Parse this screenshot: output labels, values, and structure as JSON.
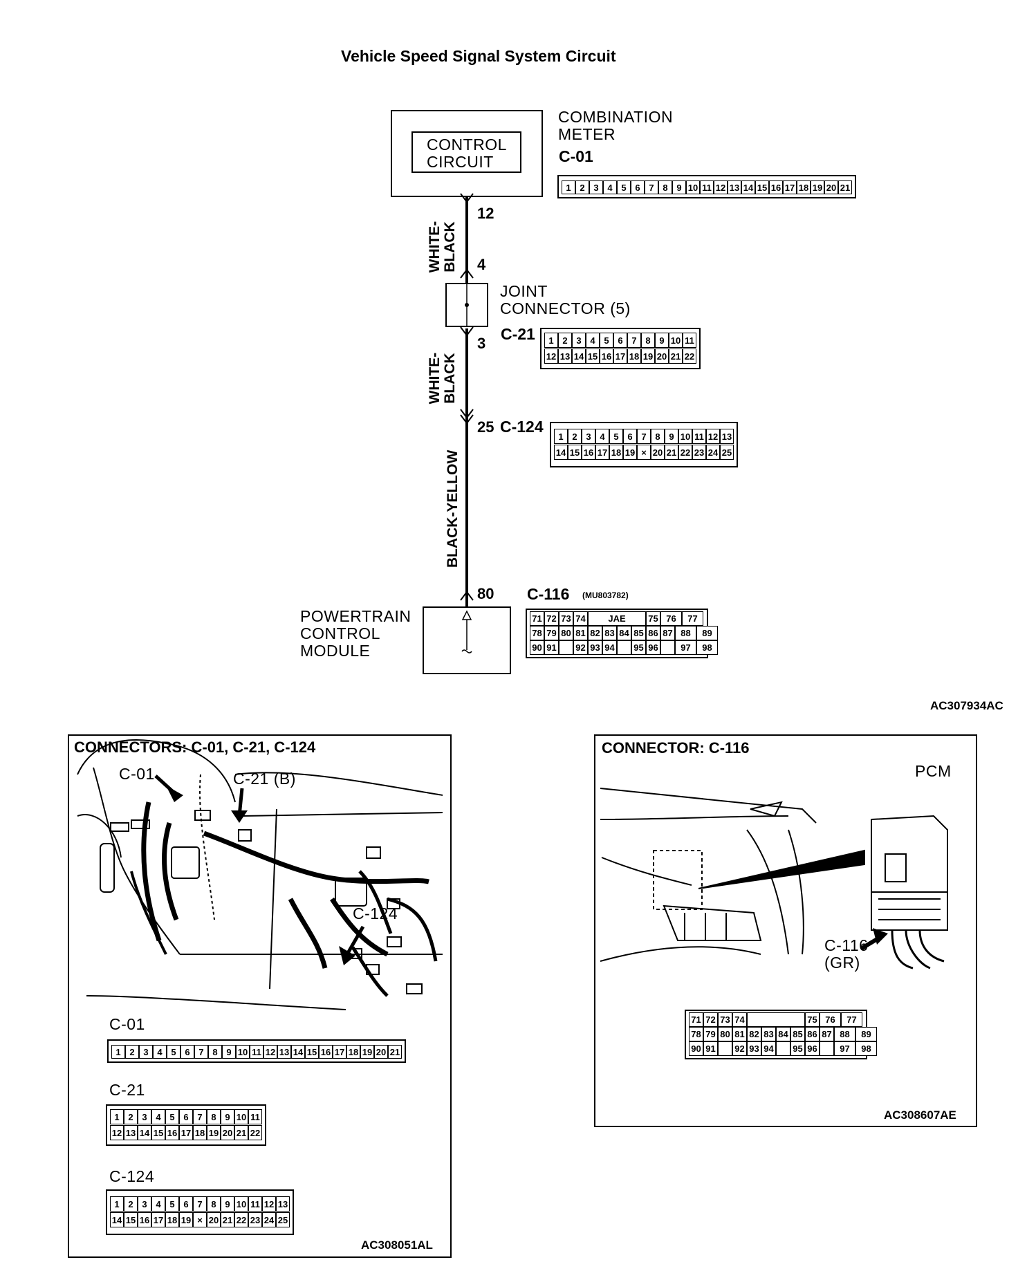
{
  "title": "Vehicle Speed Signal System Circuit",
  "circuit": {
    "combination_meter": {
      "name_line1": "COMBINATION",
      "name_line2": "METER",
      "code": "C-01",
      "inner_line1": "CONTROL",
      "inner_line2": "CIRCUIT"
    },
    "joint_connector": {
      "name_line1": "JOINT",
      "name_line2": "CONNECTOR (5)",
      "code": "C-21"
    },
    "c124": {
      "code": "C-124"
    },
    "pcm": {
      "name_line1": "POWERTRAIN",
      "name_line2": "CONTROL",
      "name_line3": "MODULE",
      "code": "C-116",
      "part": "(MU803782)"
    },
    "pins": {
      "p12": "12",
      "p4": "4",
      "p3": "3",
      "p25": "25",
      "p80": "80"
    },
    "wires": {
      "w1_line1": "WHITE-",
      "w1_line2": "BLACK",
      "w2_line1": "WHITE-",
      "w2_line2": "BLACK",
      "w3": "BLACK-YELLOW"
    },
    "ref": "AC307934AC"
  },
  "connectors": {
    "c01": [
      "1",
      "2",
      "3",
      "4",
      "5",
      "6",
      "7",
      "8",
      "9",
      "10",
      "11",
      "12",
      "13",
      "14",
      "15",
      "16",
      "17",
      "18",
      "19",
      "20",
      "21"
    ],
    "c21_row1": [
      "1",
      "2",
      "3",
      "4",
      "5",
      "6",
      "7",
      "8",
      "9",
      "10",
      "11"
    ],
    "c21_row2": [
      "12",
      "13",
      "14",
      "15",
      "16",
      "17",
      "18",
      "19",
      "20",
      "21",
      "22"
    ],
    "c124_row1": [
      "1",
      "2",
      "3",
      "4",
      "5",
      "6",
      "7",
      "8",
      "9",
      "10",
      "11",
      "12",
      "13"
    ],
    "c124_row2": [
      "14",
      "15",
      "16",
      "17",
      "18",
      "19",
      "×",
      "20",
      "21",
      "22",
      "23",
      "24",
      "25"
    ],
    "c116_row1": [
      "71",
      "72",
      "73",
      "74",
      "JAE",
      "75",
      "76",
      "77"
    ],
    "c116_row1_panel": [
      "71",
      "72",
      "73",
      "74",
      "",
      "75",
      "76",
      "77"
    ],
    "c116_row2": [
      "78",
      "79",
      "80",
      "81",
      "82",
      "83",
      "84",
      "85",
      "86",
      "87",
      "88",
      "89"
    ],
    "c116_row3": [
      "90",
      "91",
      "",
      "92",
      "93",
      "94",
      "",
      "95",
      "96",
      "",
      "97",
      "98"
    ]
  },
  "panel_left": {
    "title": "CONNECTORS: C-01, C-21, C-124",
    "callouts": {
      "c01": "C-01",
      "c21": "C-21 (B)",
      "c124": "C-124"
    },
    "labels": {
      "c01": "C-01",
      "c21": "C-21",
      "c124": "C-124"
    },
    "ref": "AC308051AL"
  },
  "panel_right": {
    "title": "CONNECTOR: C-116",
    "pcm": "PCM",
    "callout_line1": "C-116",
    "callout_line2": "(GR)",
    "ref": "AC308607AE"
  }
}
